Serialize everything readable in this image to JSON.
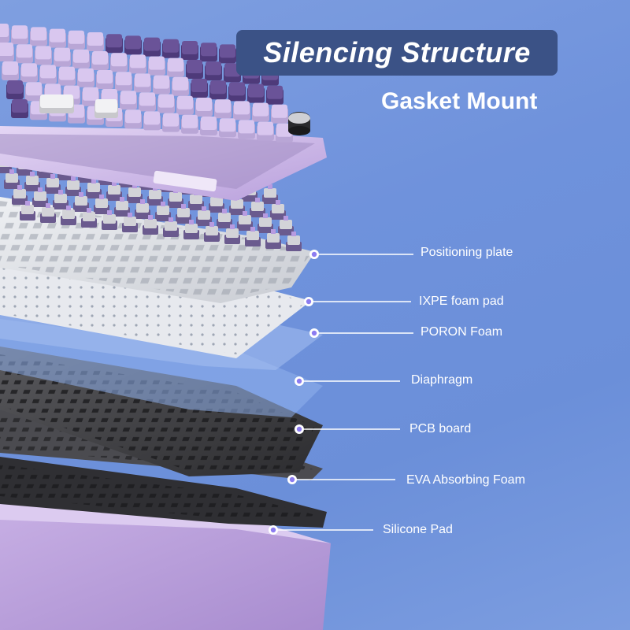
{
  "header": {
    "title": "Silencing Structure",
    "subtitle": "Gasket Mount"
  },
  "layers": [
    {
      "label": "Positioning plate"
    },
    {
      "label": "IXPE foam pad"
    },
    {
      "label": "PORON Foam"
    },
    {
      "label": "Diaphragm"
    },
    {
      "label": "PCB board"
    },
    {
      "label": "EVA Absorbing Foam"
    },
    {
      "label": "Silicone Pad"
    }
  ],
  "colors": {
    "background": "#6f92dc",
    "title_badge": "#3b5286",
    "keycap_light": "#d9c7ef",
    "keycap_dark": "#6a5398",
    "case": "#c9b2e6",
    "plate": "#d9dbe0",
    "pcb": "#3a3a3c",
    "connector_dot": "#8c7cf0"
  },
  "icons": [
    "knob-icon",
    "connector-dot-icon"
  ]
}
